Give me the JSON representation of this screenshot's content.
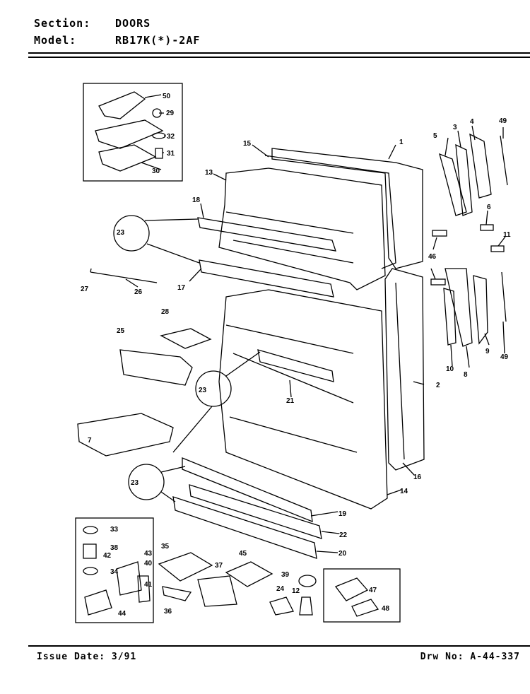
{
  "header": {
    "section_label": "Section:",
    "section_value": "DOORS",
    "model_label": "Model:",
    "model_value": "RB17K(*)-2AF"
  },
  "footer": {
    "issue_date": "Issue Date: 3/91",
    "drawing_no": "Drw No: A-44-337"
  },
  "part_numbers": [
    "1",
    "2",
    "3",
    "4",
    "5",
    "6",
    "7",
    "8",
    "9",
    "10",
    "11",
    "12",
    "13",
    "14",
    "15",
    "16",
    "17",
    "18",
    "19",
    "20",
    "21",
    "22",
    "23",
    "24",
    "25",
    "26",
    "27",
    "28",
    "29",
    "30",
    "31",
    "32",
    "33",
    "34",
    "35",
    "36",
    "37",
    "38",
    "39",
    "40",
    "41",
    "42",
    "43",
    "44",
    "45",
    "46",
    "47",
    "48",
    "49",
    "50"
  ]
}
